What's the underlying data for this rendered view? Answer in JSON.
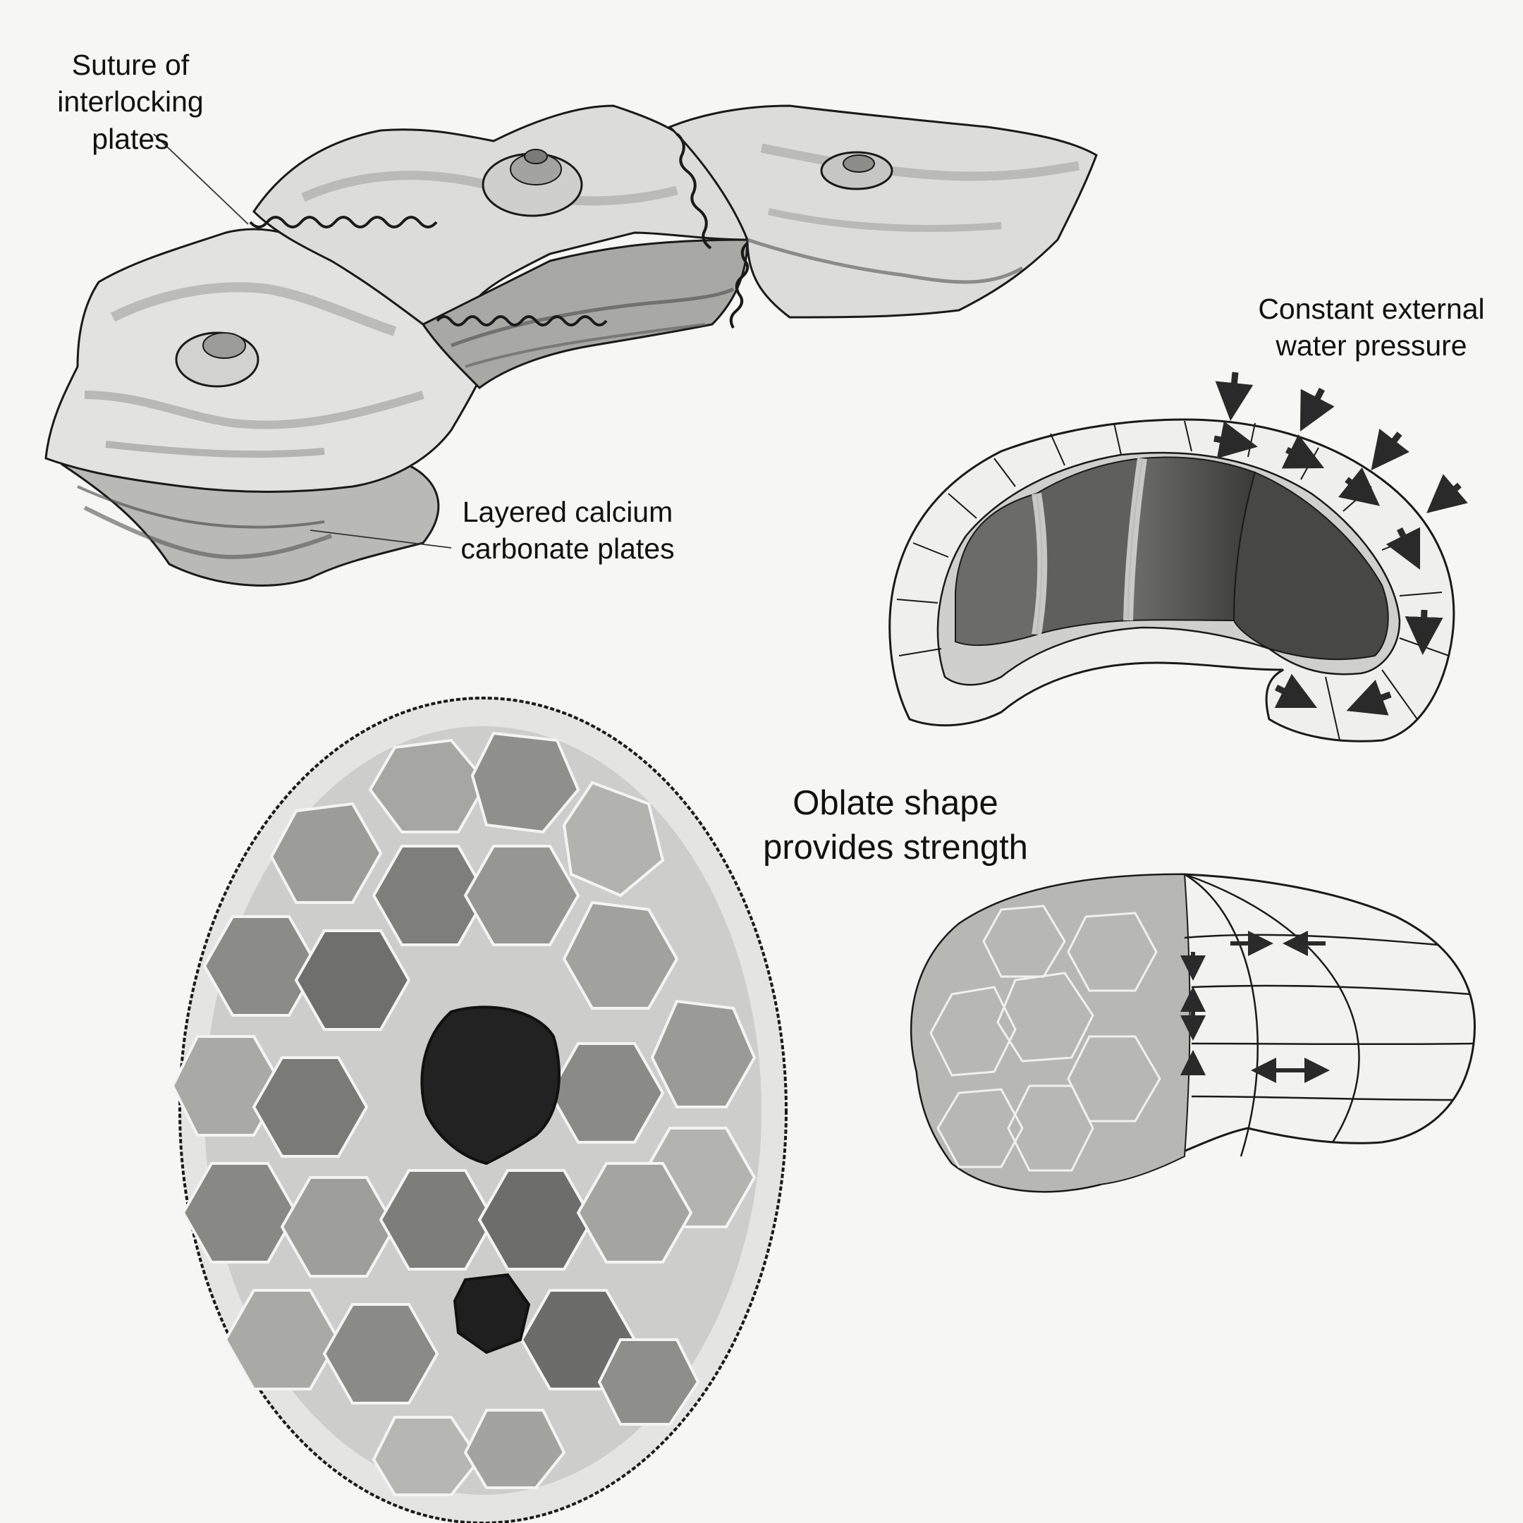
{
  "labels": {
    "suture": [
      "Suture of",
      "interlocking",
      "plates"
    ],
    "layered": [
      "Layered calcium",
      "carbonate plates"
    ],
    "pressure": [
      "Constant external",
      "water pressure"
    ],
    "oblate": [
      "Oblate shape",
      "provides strength"
    ]
  },
  "colors": {
    "background": "#f6f6f4",
    "ink": "#1a1a1a",
    "shell_light": "#dcdcda",
    "shell_mid": "#a9a9a6",
    "shell_dark": "#5a5a58",
    "pore_dark": "#222222"
  },
  "icons": [
    "arrow-icon"
  ]
}
